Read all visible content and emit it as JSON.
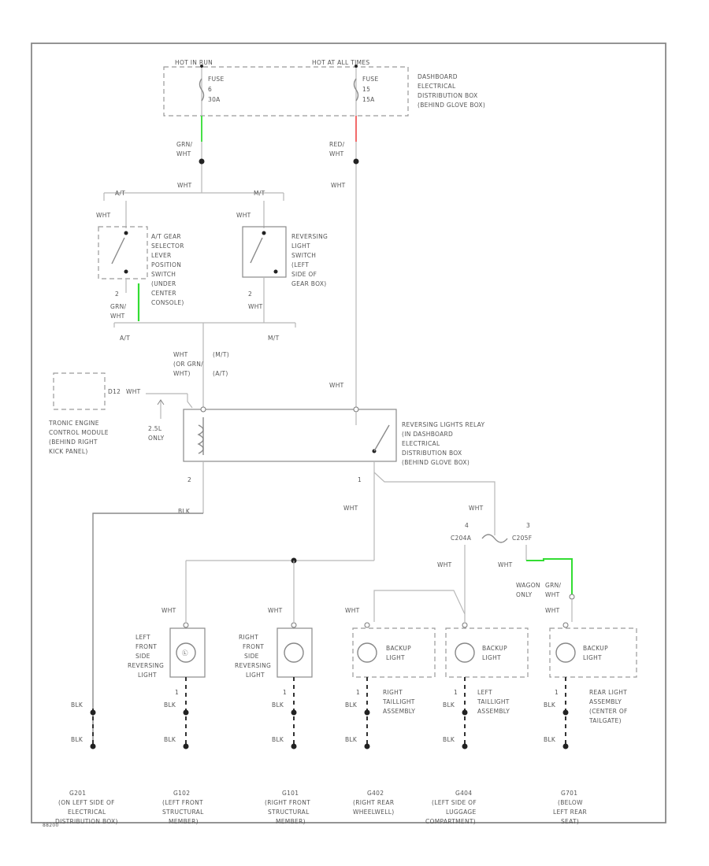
{
  "colors": {
    "grn_wire": "#33dd33",
    "red_wire": "#ee4444",
    "wire": "#b8b8b8",
    "text": "#555555"
  },
  "power": {
    "hot_in_run": "HOT IN RUN",
    "hot_at_all_times": "HOT AT ALL TIMES",
    "fuse1": [
      "FUSE",
      "6",
      "30A"
    ],
    "fuse2": [
      "FUSE",
      "15",
      "15A"
    ],
    "box": [
      "DASHBOARD",
      "ELECTRICAL",
      "DISTRIBUTION BOX",
      "(BEHIND GLOVE BOX)"
    ]
  },
  "wires": {
    "grn_wht": [
      "GRN/",
      "WHT"
    ],
    "red_wht": [
      "RED/",
      "WHT"
    ],
    "wht": "WHT",
    "at": "A/T",
    "mt": "M/T",
    "wht_mt": [
      "WHT",
      "(M/T)"
    ],
    "grn_wht_at": [
      "(OR GRN/",
      "WHT)",
      "(A/T)"
    ],
    "blk": "BLK",
    "grn_wht2": [
      "GRN/",
      "WHT"
    ],
    "pin2": "2",
    "pin1": "1"
  },
  "switches": {
    "at_selector": [
      "A/T GEAR",
      "SELECTOR",
      "LEVER",
      "POSITION",
      "SWITCH",
      "(UNDER",
      "CENTER",
      "CONSOLE)"
    ],
    "reversing_switch": [
      "REVERSING",
      "LIGHT",
      "SWITCH",
      "(LEFT",
      "SIDE OF",
      "GEAR BOX)"
    ]
  },
  "tcm": {
    "label": [
      "TRONIC ENGINE",
      "CONTROL MODULE",
      "(BEHIND RIGHT",
      "KICK PANEL)"
    ],
    "pin": "D12",
    "note": [
      "2.5L",
      "ONLY"
    ]
  },
  "relay": {
    "label": [
      "REVERSING LIGHTS RELAY",
      "(IN DASHBOARD",
      "ELECTRICAL",
      "DISTRIBUTION BOX",
      "(BEHIND GLOVE BOX)"
    ]
  },
  "connector": {
    "left": "C204A",
    "right": "C205F",
    "pin_a": "4",
    "pin_b": "3",
    "wagon": [
      "WAGON",
      "ONLY"
    ]
  },
  "lamps": [
    {
      "name": [
        "LEFT",
        "FRONT",
        "SIDE",
        "REVERSING",
        "LIGHT"
      ]
    },
    {
      "name": [
        "RIGHT",
        "FRONT",
        "SIDE",
        "REVERSING",
        "LIGHT"
      ]
    },
    {
      "name": [
        "BACKUP",
        "LIGHT"
      ],
      "assy": [
        "RIGHT",
        "TAILLIGHT",
        "ASSEMBLY"
      ]
    },
    {
      "name": [
        "BACKUP",
        "LIGHT"
      ],
      "assy": [
        "LEFT",
        "TAILLIGHT",
        "ASSEMBLY"
      ]
    },
    {
      "name": [
        "BACKUP",
        "LIGHT"
      ],
      "assy": [
        "REAR LIGHT",
        "ASSEMBLY",
        "(CENTER OF",
        "TAILGATE)"
      ]
    }
  ],
  "grounds": [
    [
      "G201",
      "(ON LEFT SIDE OF",
      "ELECTRICAL",
      "DISTRIBUTION BOX)"
    ],
    [
      "G102",
      "(LEFT FRONT",
      "STRUCTURAL",
      "MEMBER)"
    ],
    [
      "G101",
      "(RIGHT FRONT",
      "STRUCTURAL",
      "MEMBER)"
    ],
    [
      "G402",
      "(RIGHT REAR",
      "WHEELWELL)"
    ],
    [
      "G404",
      "(LEFT SIDE OF",
      "LUGGAGE",
      "COMPARTMENT)"
    ],
    [
      "G701",
      "(BELOW",
      "LEFT REAR",
      "SEAT)"
    ]
  ],
  "footer_code": "88200"
}
